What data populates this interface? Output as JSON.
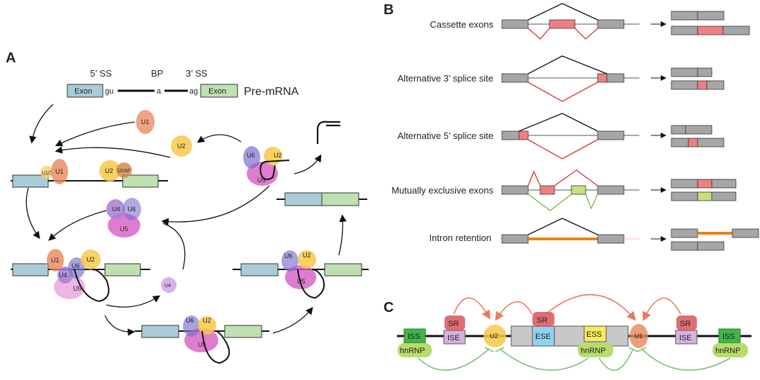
{
  "panels": {
    "a": "A",
    "b": "B",
    "c": "C"
  },
  "panel_a": {
    "five_ss": "5’ SS",
    "bp": "BP",
    "three_ss": "3’ SS",
    "exon": "Exon",
    "gu": "gu",
    "a": "a",
    "ag": "ag",
    "premrna": "Pre-mRNA",
    "snrnps": {
      "u1": "U1",
      "u2": "U2",
      "u4": "U4",
      "u5": "U5",
      "u6": "U6",
      "u1c": "U1C",
      "u2af": "U2AF"
    }
  },
  "panel_b": {
    "rows": [
      {
        "label": "Cassette exons"
      },
      {
        "label": "Alternative 3’ splice site"
      },
      {
        "label": "Alternative 5’ splice site"
      },
      {
        "label": "Mutually exclusive exons"
      },
      {
        "label": "Intron retention"
      }
    ]
  },
  "panel_c": {
    "iss_left": "ISS",
    "hnrnp_left": "hnRNP",
    "sr_left": "SR",
    "ise_left": "ISE",
    "u2": "U2",
    "sr_mid": "SR",
    "ese": "ESE",
    "ess": "ESS",
    "hnrnp_mid": "hnRNP",
    "u1": "U1",
    "sr_right": "SR",
    "ise_right": "ISE",
    "iss_right": "ISS",
    "hnrnp_right": "hnRNP"
  },
  "colors": {
    "exon_blue": "#a9ccd8",
    "exon_green": "#bfe0b0",
    "grey": "#a6a6a6",
    "alt_red": "#f08080",
    "alt_green": "#c6e27a",
    "red_line": "#d9312b",
    "green_line": "#7cb342",
    "orange": "#f07f16",
    "u1": "#e8865a",
    "u2": "#f7c948",
    "u4": "#a77fd4",
    "u5": "#d65cc4",
    "u6": "#7b6fd0"
  }
}
